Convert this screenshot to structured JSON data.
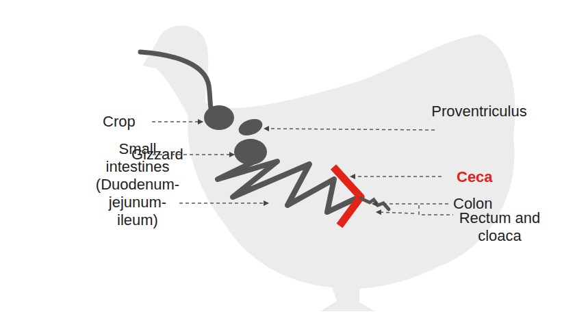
{
  "diagram": {
    "labels": [
      "Crop",
      "Proventriculus",
      "Gizzard",
      "Small intestines (Duodenum-jejunum-ileum)",
      "Ceca",
      "Colon",
      "Rectum and cloaca"
    ]
  }
}
